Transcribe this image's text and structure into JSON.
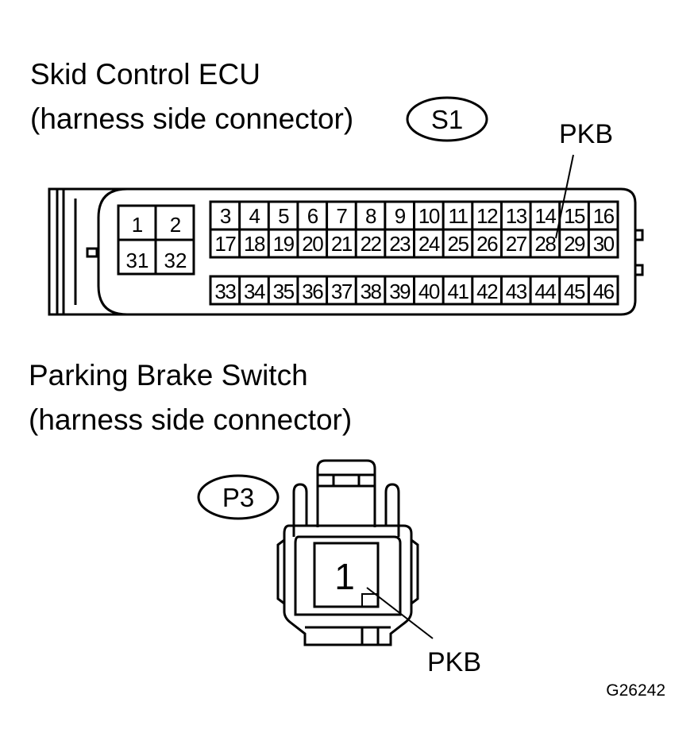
{
  "ecu": {
    "title_line1": "Skid Control ECU",
    "title_line2": "(harness side connector)",
    "connector_id": "S1",
    "signal_label": "PKB",
    "signal_pin": "28",
    "left_block": [
      [
        "1",
        "2"
      ],
      [
        "31",
        "32"
      ]
    ],
    "top_row": [
      "3",
      "4",
      "5",
      "6",
      "7",
      "8",
      "9",
      "10",
      "11",
      "12",
      "13",
      "14",
      "15",
      "16"
    ],
    "mid_row": [
      "17",
      "18",
      "19",
      "20",
      "21",
      "22",
      "23",
      "24",
      "25",
      "26",
      "27",
      "28",
      "29",
      "30"
    ],
    "bottom_row": [
      "33",
      "34",
      "35",
      "36",
      "37",
      "38",
      "39",
      "40",
      "41",
      "42",
      "43",
      "44",
      "45",
      "46"
    ]
  },
  "switch": {
    "title_line1": "Parking Brake Switch",
    "title_line2": "(harness side connector)",
    "connector_id": "P3",
    "pin": "1",
    "signal_label": "PKB"
  },
  "figure_code": "G26242"
}
